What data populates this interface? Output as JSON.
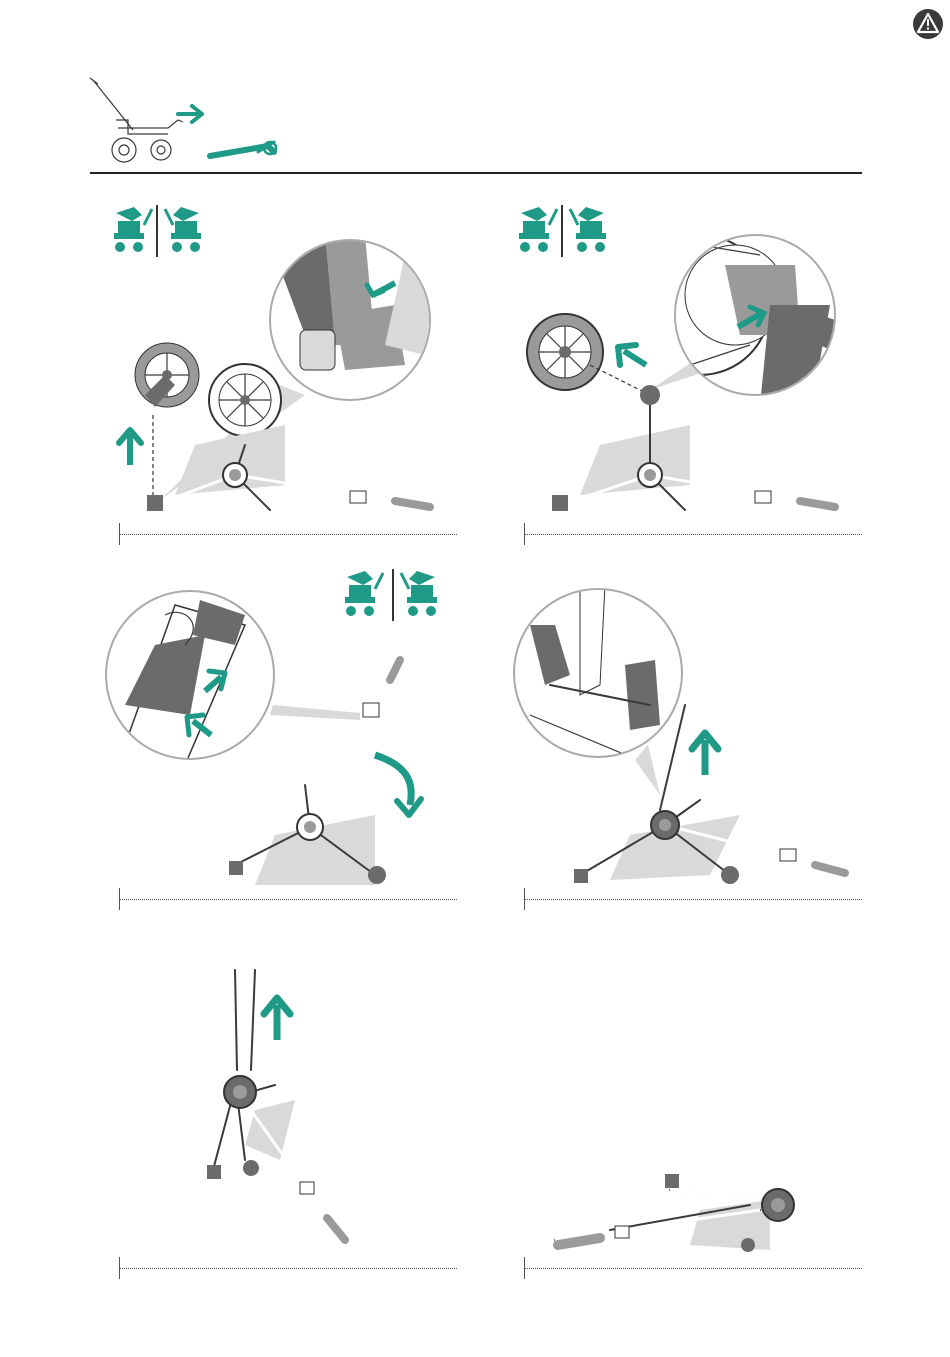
{
  "page": {
    "warning_icon": "warning-triangle-icon",
    "accent_color": "#1e9a86"
  },
  "header": {
    "icons": [
      "stroller-side-icon",
      "arrow-right-icon",
      "frame-unfolding-icon"
    ]
  },
  "steps": [
    {
      "id": 1,
      "icons": [
        "seat-facing-forward-icon",
        "seat-facing-backward-icon"
      ],
      "illustration": "remove-front-wheel",
      "magnifier": "wheel-release-button-detail"
    },
    {
      "id": 2,
      "icons": [
        "seat-facing-forward-icon",
        "seat-facing-backward-icon"
      ],
      "illustration": "remove-rear-wheel",
      "magnifier": "rear-wheel-axle-detail"
    },
    {
      "id": 3,
      "icons": [
        "seat-facing-forward-icon",
        "seat-facing-backward-icon"
      ],
      "illustration": "rotate-handlebar",
      "magnifier": "handlebar-lock-detail"
    },
    {
      "id": 4,
      "icons": [],
      "illustration": "lift-frame",
      "magnifier": "hinge-joint-detail"
    },
    {
      "id": 5,
      "icons": [],
      "illustration": "fold-frame-upright"
    },
    {
      "id": 6,
      "icons": [],
      "illustration": "folded-frame"
    }
  ]
}
